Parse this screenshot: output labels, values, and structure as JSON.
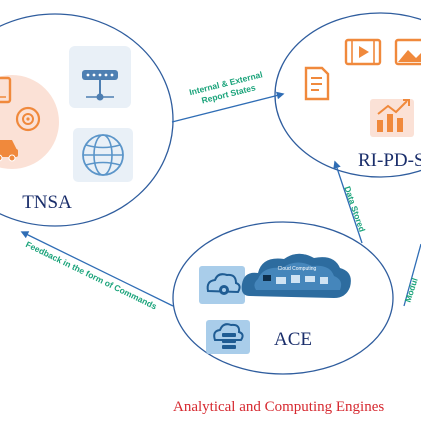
{
  "nodes": {
    "tnsa": {
      "label": "TNSA"
    },
    "ripd": {
      "label": "RI-PD-S"
    },
    "ace": {
      "label": "ACE"
    }
  },
  "edges": {
    "internal_external": {
      "line1": "Internal & External",
      "line2": "Report States"
    },
    "data_stored": {
      "label": "Data Stored"
    },
    "feedback": {
      "label": "Feedback in the form of Commands"
    },
    "modul": {
      "label": "Modul"
    }
  },
  "cloud": {
    "label": "Cloud Computing"
  },
  "caption": "Analytical and Computing Engines",
  "colors": {
    "ellipse_stroke": "#2f5d9e",
    "arrow": "#2f6db5",
    "edge_label": "#1aa37a",
    "node_label": "#1a2e6b",
    "caption": "#d6282f",
    "icon_orange": "#f0893c",
    "icon_blue": "#5b95c9"
  },
  "icons": [
    "smartphone-icon",
    "car-icon",
    "router-icon",
    "globe-icon",
    "sensor-icon",
    "document-icon",
    "video-icon",
    "image-icon",
    "bar-chart-icon",
    "cloud-gear-icon",
    "cloud-computing-icon",
    "cloud-server-icon"
  ]
}
